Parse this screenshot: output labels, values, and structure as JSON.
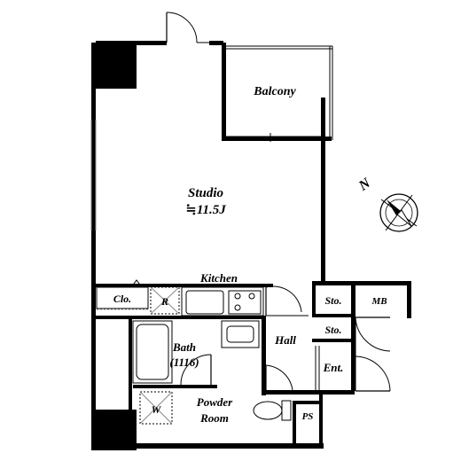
{
  "rooms": {
    "balcony": "Balcony",
    "studio": "Studio",
    "studio_area": "≒11.5J",
    "kitchen": "Kitchen",
    "closet": "Clo.",
    "refrigerator": "R",
    "storage_upper": "Sto.",
    "meter_box": "MB",
    "storage_lower": "Sto.",
    "hall": "Hall",
    "entrance": "Ent.",
    "bath": "Bath",
    "bath_size": "(1116)",
    "washer": "W",
    "powder_room_line1": "Powder",
    "powder_room_line2": "Room",
    "pipe_space": "PS"
  },
  "compass": {
    "north": "N"
  }
}
